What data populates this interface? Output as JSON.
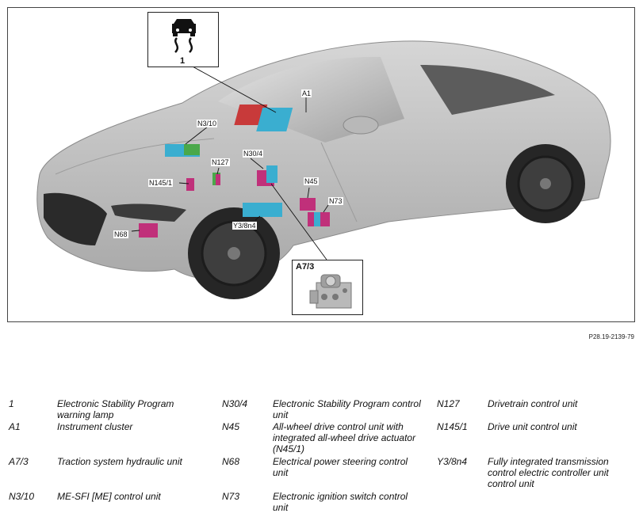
{
  "figure_ref": "P28.19-2139-79",
  "callouts": {
    "c1": "1",
    "a1": "A1",
    "n3_10": "N3/10",
    "n30_4": "N30/4",
    "n127": "N127",
    "n145_1": "N145/1",
    "n45": "N45",
    "n73": "N73",
    "n68": "N68",
    "y3_8n4": "Y3/8n4",
    "a7_3": "A7/3"
  },
  "legend": {
    "col1": [
      {
        "code": "1",
        "desc": "Electronic Stability Program warning lamp"
      },
      {
        "code": "A1",
        "desc": "Instrument cluster"
      },
      {
        "code": "A7/3",
        "desc": "Traction system hydraulic unit"
      },
      {
        "code": "N3/10",
        "desc": "ME-SFI [ME] control unit"
      }
    ],
    "col2": [
      {
        "code": "N30/4",
        "desc": "Electronic Stability Program control unit"
      },
      {
        "code": "N45",
        "desc": "All-wheel drive control unit with integrated all-wheel drive actuator (N45/1)"
      },
      {
        "code": "N68",
        "desc": "Electrical power steering control unit"
      },
      {
        "code": "N73",
        "desc": "Electronic ignition switch control unit"
      }
    ],
    "col3": [
      {
        "code": "N127",
        "desc": "Drivetrain control unit"
      },
      {
        "code": "N145/1",
        "desc": "Drive unit control unit"
      },
      {
        "code": "Y3/8n4",
        "desc": "Fully integrated transmission control electric controller unit control unit"
      }
    ]
  },
  "colors": {
    "car_body": "#c4c4c4",
    "component_cyan": "#3aaed0",
    "component_magenta": "#c0307a",
    "component_green": "#4aa84a",
    "component_red": "#c83a3a"
  },
  "icons": {
    "lamp": "esp-skid-car-icon",
    "hydraulic": "hydraulic-unit-icon"
  }
}
